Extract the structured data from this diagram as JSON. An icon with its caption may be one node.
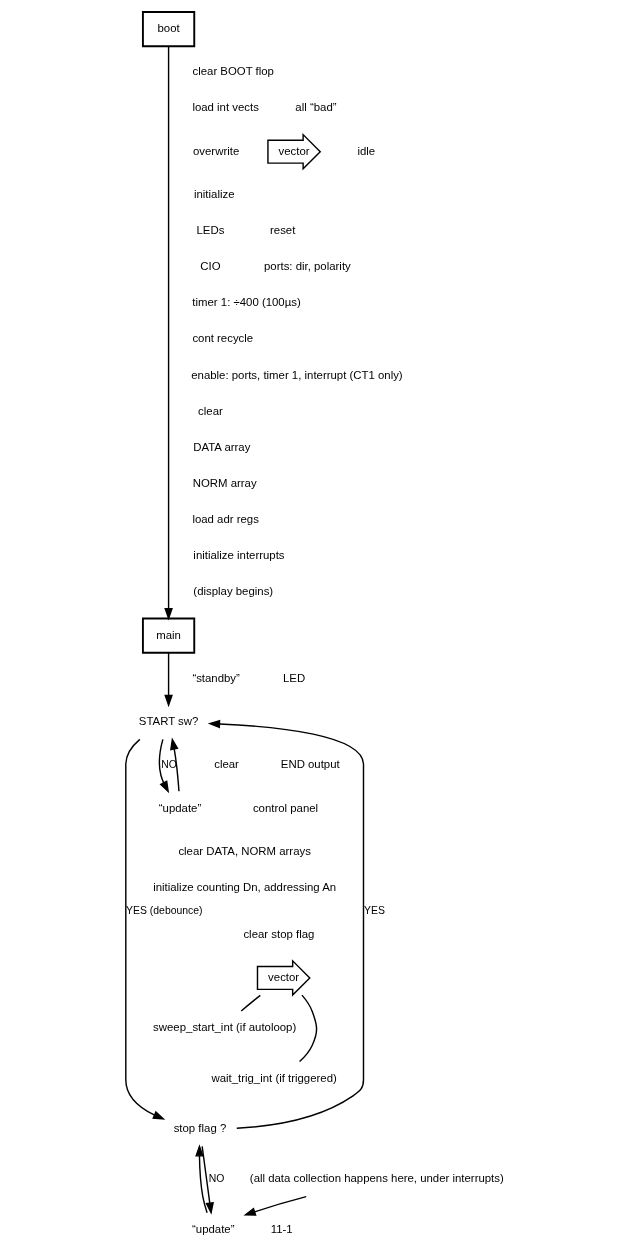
{
  "diagram": {
    "nodes": [
      {
        "text": [
          "boot"
        ]
      },
      {
        "text": [
          "vector"
        ],
        "beside": [
          "idle"
        ]
      },
      {
        "text": [
          "main"
        ]
      },
      {
        "text": [
          "START sw?"
        ]
      },
      {
        "text": [
          "“update”"
        ]
      },
      {
        "text": [
          "vector"
        ]
      },
      {
        "text": [
          "sweep_start_int (if autoloop)"
        ]
      },
      {
        "text": [
          "wait_trig_int (if triggered)"
        ]
      },
      {
        "text": [
          "stop flag ?"
        ]
      },
      {
        "text": [
          "“update”"
        ]
      },
      {
        "text": [
          "(all data collection happens here, under interrupts)"
        ]
      }
    ],
    "edges": [
      {
        "from": 0,
        "to": 2,
        "arrow": "to"
      },
      {
        "from": 2,
        "to": 3,
        "arrow": "to"
      },
      {
        "from": 3,
        "to": 4,
        "arrow": "to",
        "label": "NO"
      },
      {
        "from": 4,
        "to": 3,
        "arrow": "to"
      },
      {
        "from": 3,
        "to": 8,
        "arrow": "to",
        "label": "YES (debounce)"
      },
      {
        "from": 8,
        "to": 3,
        "arrow": "to",
        "label": "YES"
      },
      {
        "from": 8,
        "to": 9,
        "arrow": "to",
        "label": "NO"
      },
      {
        "from": 9,
        "to": 8,
        "arrow": "to"
      },
      {
        "from": 5,
        "to": 6,
        "arrow": "none"
      },
      {
        "from": 5,
        "to": 7,
        "arrow": "none"
      },
      {
        "from": 10,
        "to": 9,
        "arrow": "to"
      }
    ],
    "labels": [
      "clear BOOT flop",
      "load int vects",
      "all “bad”",
      "overwrite",
      "initialize",
      "LEDs",
      "CIO",
      "reset",
      "ports: dir, polarity",
      "timer 1: ÷400 (100µs)",
      "cont recycle",
      "enable: ports, timer 1, interrupt (CT1 only)",
      "clear",
      "DATA array",
      "NORM array",
      "load adr regs",
      "initialize interrupts",
      "(display begins)",
      "“standby”",
      "LED",
      "clear",
      "END output",
      "control panel",
      "clear DATA, NORM arrays",
      "initialize counting Dn, addressing An",
      "clear stop flag",
      "11-1"
    ]
  }
}
